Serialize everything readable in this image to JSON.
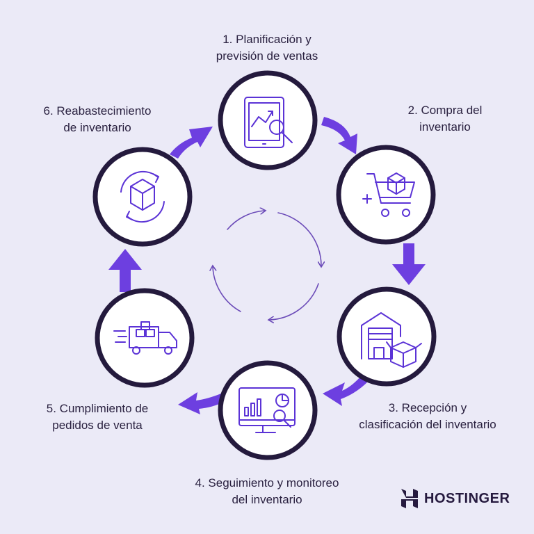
{
  "colors": {
    "background": "#ebeaf7",
    "ring": "#241a3d",
    "arrow": "#6d3fe0",
    "center_cycle": "#6b4bb8",
    "icon_stroke": "#5b33d6"
  },
  "steps": [
    {
      "line1": "1. Planificación y",
      "line2": "previsión de ventas",
      "icon": "tablet-chart-magnifier-icon"
    },
    {
      "line1": "2. Compra del",
      "line2": "inventario",
      "icon": "shopping-cart-box-icon"
    },
    {
      "line1": "3. Recepción y",
      "line2": "clasificación del inventario",
      "icon": "warehouse-boxes-icon"
    },
    {
      "line1": "4. Seguimiento y monitoreo",
      "line2": "del inventario",
      "icon": "monitor-chart-magnifier-icon"
    },
    {
      "line1": "5. Cumplimiento de",
      "line2": "pedidos de venta",
      "icon": "delivery-truck-icon"
    },
    {
      "line1": "6. Reabastecimiento",
      "line2": "de inventario",
      "icon": "box-refresh-icon"
    }
  ],
  "brand": {
    "name": "HOSTINGER",
    "icon": "hostinger-h-logo-icon"
  }
}
